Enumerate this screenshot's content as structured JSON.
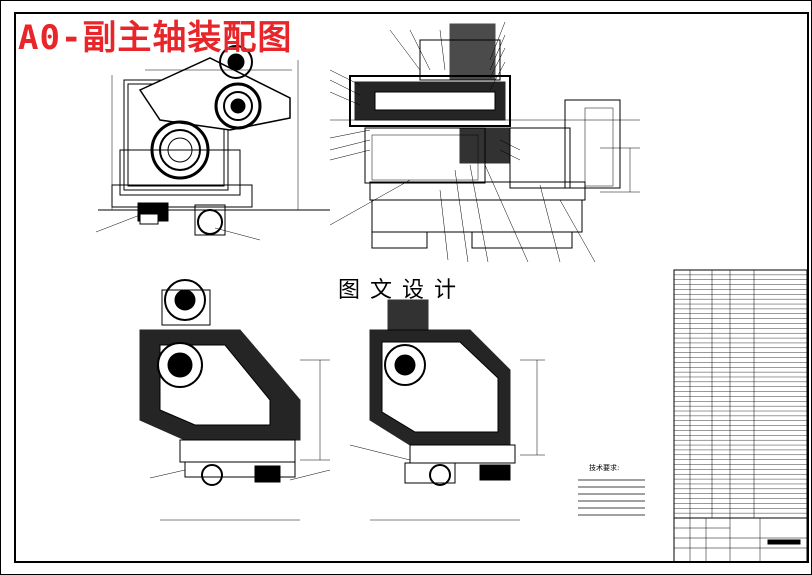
{
  "drawing": {
    "title": "A0-副主轴装配图",
    "watermark": "图文设计",
    "tech_requirements_label": "技术要求:",
    "title_color": "#e8262a",
    "line_color": "#000000",
    "background": "#ffffff"
  },
  "views": [
    {
      "name": "front-view",
      "description_icon": "front-section-view"
    },
    {
      "name": "side-view",
      "description_icon": "side-elevation-view"
    },
    {
      "name": "section-view-left",
      "description_icon": "cross-section-view"
    },
    {
      "name": "section-view-right",
      "description_icon": "cross-section-view"
    }
  ],
  "parts_list": {
    "rows": 51
  }
}
